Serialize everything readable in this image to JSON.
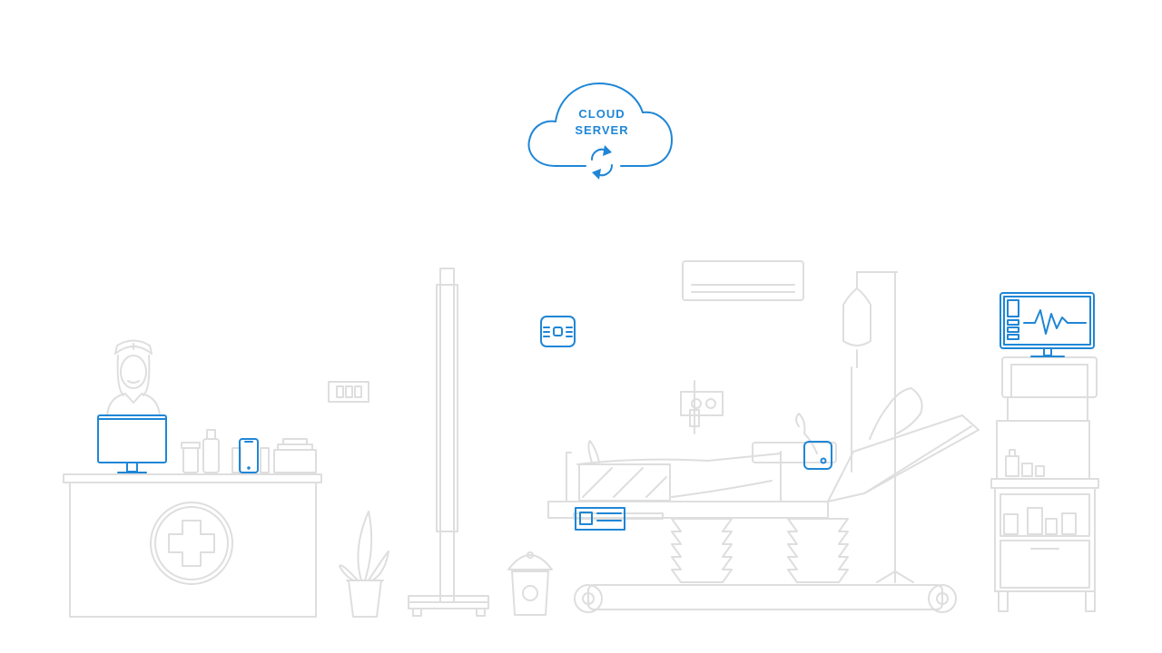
{
  "cloud": {
    "line1": "CLOUD",
    "line2": "SERVER",
    "icon": "sync-arrows-icon"
  },
  "colors": {
    "accent": "#1f86d6",
    "line": "#dedede",
    "background": "#ffffff"
  },
  "devices": [
    {
      "name": "reception-monitor",
      "icon": "desktop-monitor-icon"
    },
    {
      "name": "nurse-phone",
      "icon": "smartphone-icon"
    },
    {
      "name": "wall-sensor",
      "icon": "sensor-hub-icon"
    },
    {
      "name": "bed-sensor",
      "icon": "wearable-sensor-icon"
    },
    {
      "name": "bed-label",
      "icon": "id-card-icon"
    },
    {
      "name": "vital-signs-monitor",
      "icon": "ecg-monitor-icon"
    }
  ]
}
